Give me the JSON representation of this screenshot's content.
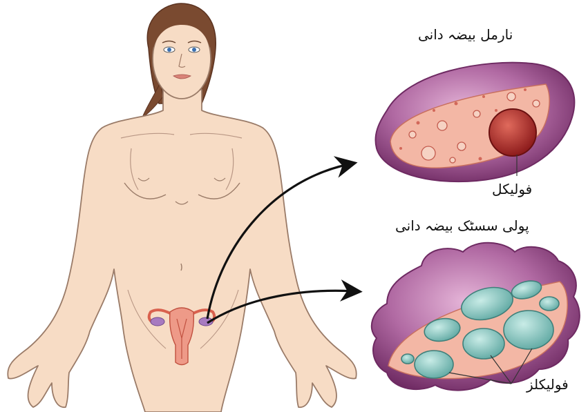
{
  "labels": {
    "normal_ovary": "نارمل بیضہ دانی",
    "follicle": "فولیکل",
    "polycystic_ovary": "پولی سسٹک بیضہ دانی",
    "follicles": "فولیکلز"
  },
  "colors": {
    "skin": "#f7dcc5",
    "skin_line": "#9a7b68",
    "hair": "#7a4a30",
    "ovary_outer": "#8b3d78",
    "ovary_tissue": "#f3b7a5",
    "follicle": "#b82a2a",
    "cyst": "#7bbfb8",
    "arrow": "#111111"
  }
}
